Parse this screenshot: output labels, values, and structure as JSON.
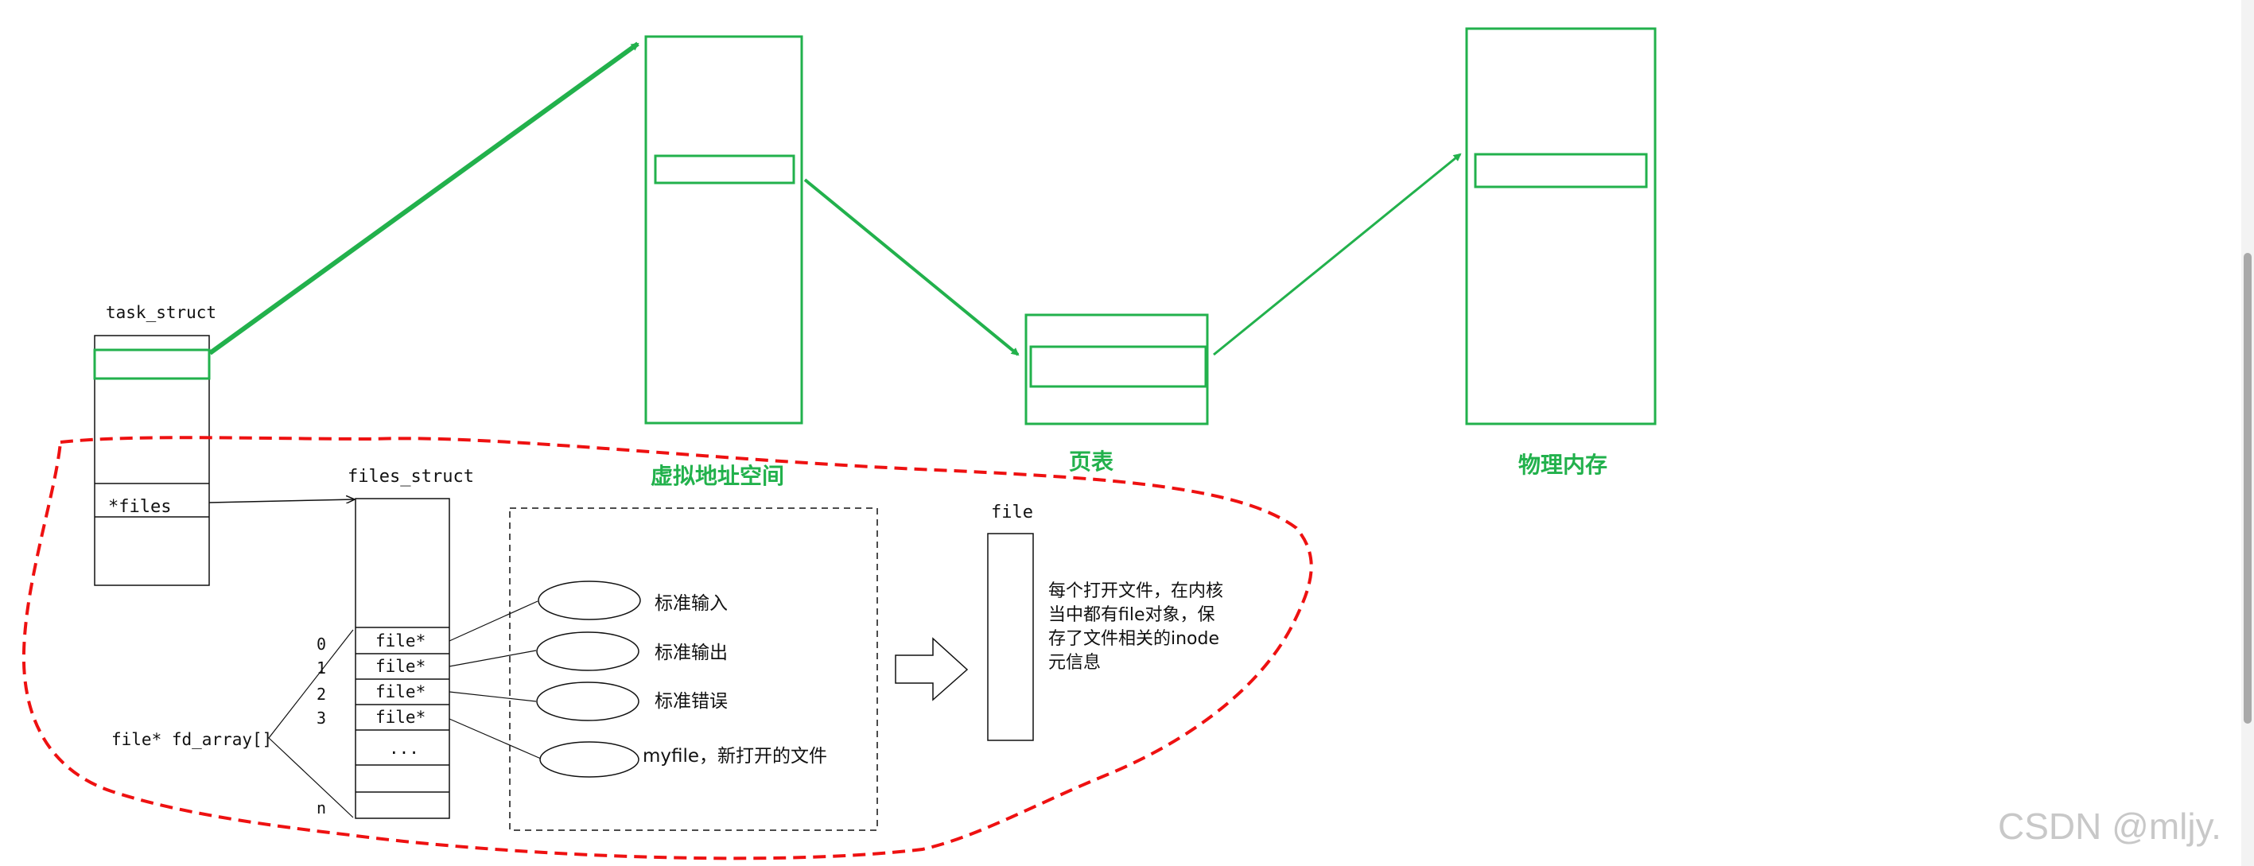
{
  "labels": {
    "task_struct": "task_struct",
    "files_field": "*files",
    "files_struct": "files_struct",
    "fd_array": "file* fd_array[]",
    "file_object": "file",
    "virtual_address_space": "虚拟地址空间",
    "page_table": "页表",
    "physical_memory": "物理内存"
  },
  "fd_slots": [
    {
      "index": "0",
      "entry": "file*"
    },
    {
      "index": "1",
      "entry": "file*"
    },
    {
      "index": "2",
      "entry": "file*"
    },
    {
      "index": "3",
      "entry": "file*"
    },
    {
      "index": "",
      "entry": "..."
    },
    {
      "index": "n",
      "entry": ""
    }
  ],
  "open_files": [
    "标准输入",
    "标准输出",
    "标准错误",
    "myfile，新打开的文件"
  ],
  "file_note_lines": [
    "每个打开文件，在内核",
    "当中都有file对象，保",
    "存了文件相关的inode",
    "元信息"
  ],
  "watermark": "CSDN @mljy.",
  "colors": {
    "green": "#22b14c",
    "red_dashed": "#ee1111",
    "ink": "#111111"
  }
}
